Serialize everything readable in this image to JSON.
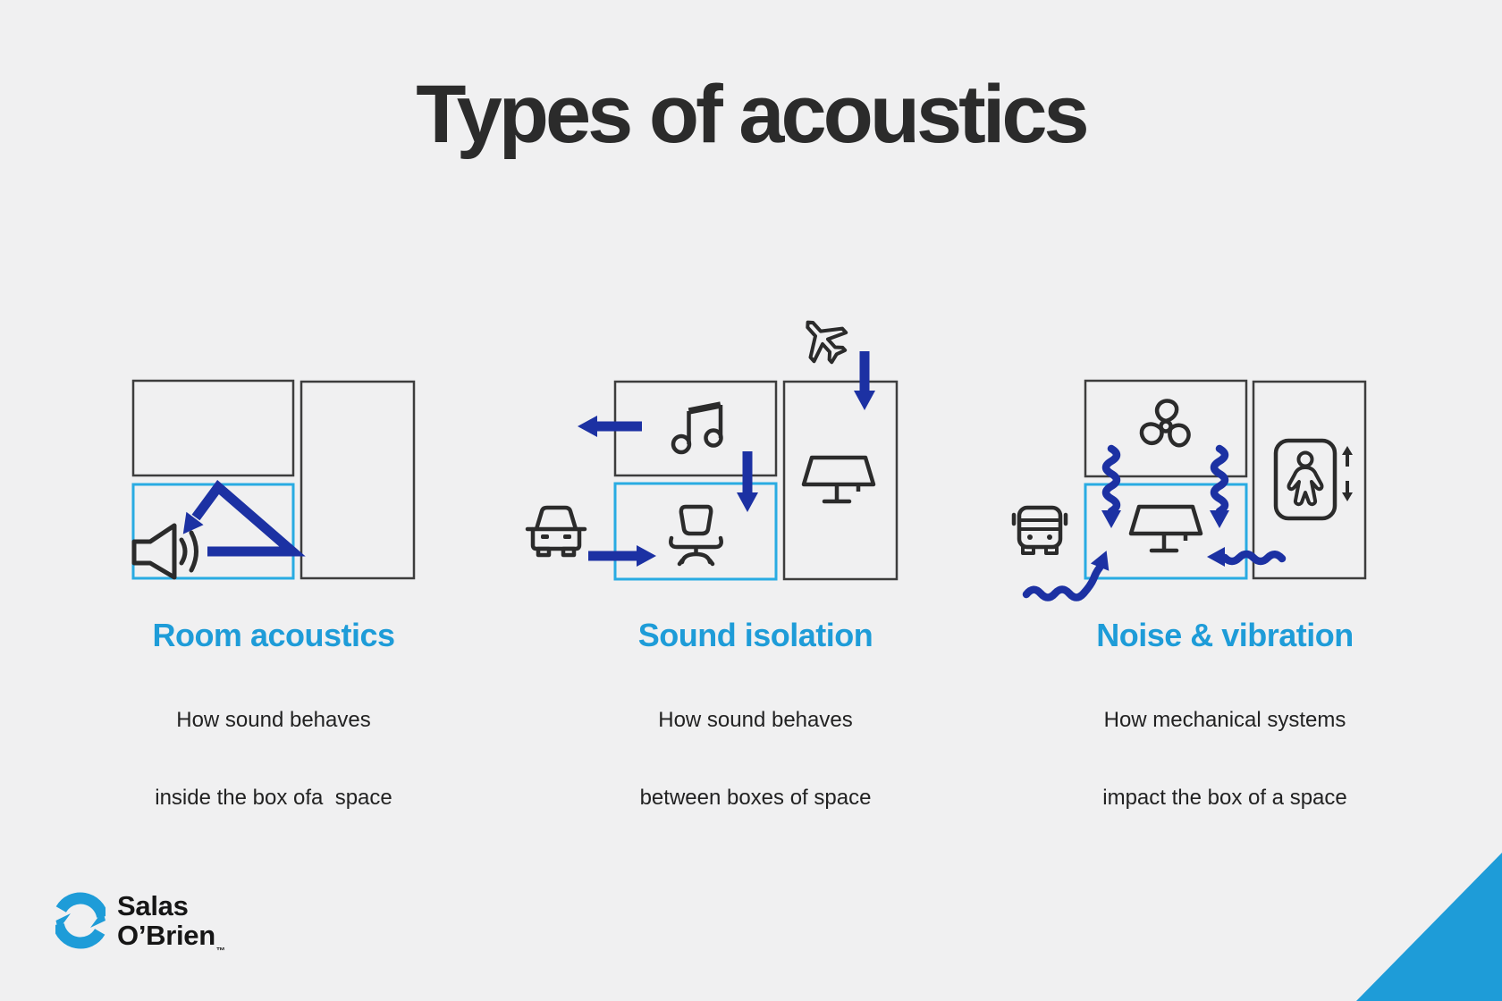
{
  "slide": {
    "title": "Types of acoustics"
  },
  "colors": {
    "background": "#F0F0F1",
    "ink": "#2B2B2B",
    "box-stroke": "#3D3D3D",
    "box-blue": "#29ABE2",
    "brand-blue": "#1E9CD8",
    "navy": "#1C31A3"
  },
  "panels": [
    {
      "id": "room-acoustics",
      "heading": "Room acoustics",
      "lines": [
        "How sound behaves",
        "inside the box ofa  space"
      ],
      "icons": [
        "speaker-icon",
        "reflection-arrow-icon"
      ]
    },
    {
      "id": "sound-isolation",
      "heading": "Sound isolation",
      "lines": [
        "How sound behaves",
        "between boxes of space"
      ],
      "icons": [
        "music-note-icon",
        "office-chair-icon",
        "lamp-icon",
        "airplane-icon",
        "car-icon",
        "arrow-left-icon",
        "arrow-down-icon",
        "arrow-right-icon"
      ]
    },
    {
      "id": "noise-vibration",
      "heading": "Noise & vibration",
      "lines": [
        "How mechanical systems",
        "impact the box of a space"
      ],
      "icons": [
        "fan-icon",
        "lamp-icon",
        "elevator-icon",
        "bus-icon",
        "vibration-squiggle-arrow-icon"
      ]
    }
  ],
  "logo": {
    "line1": "Salas",
    "line2": "O’Brien",
    "trademark": "™"
  }
}
